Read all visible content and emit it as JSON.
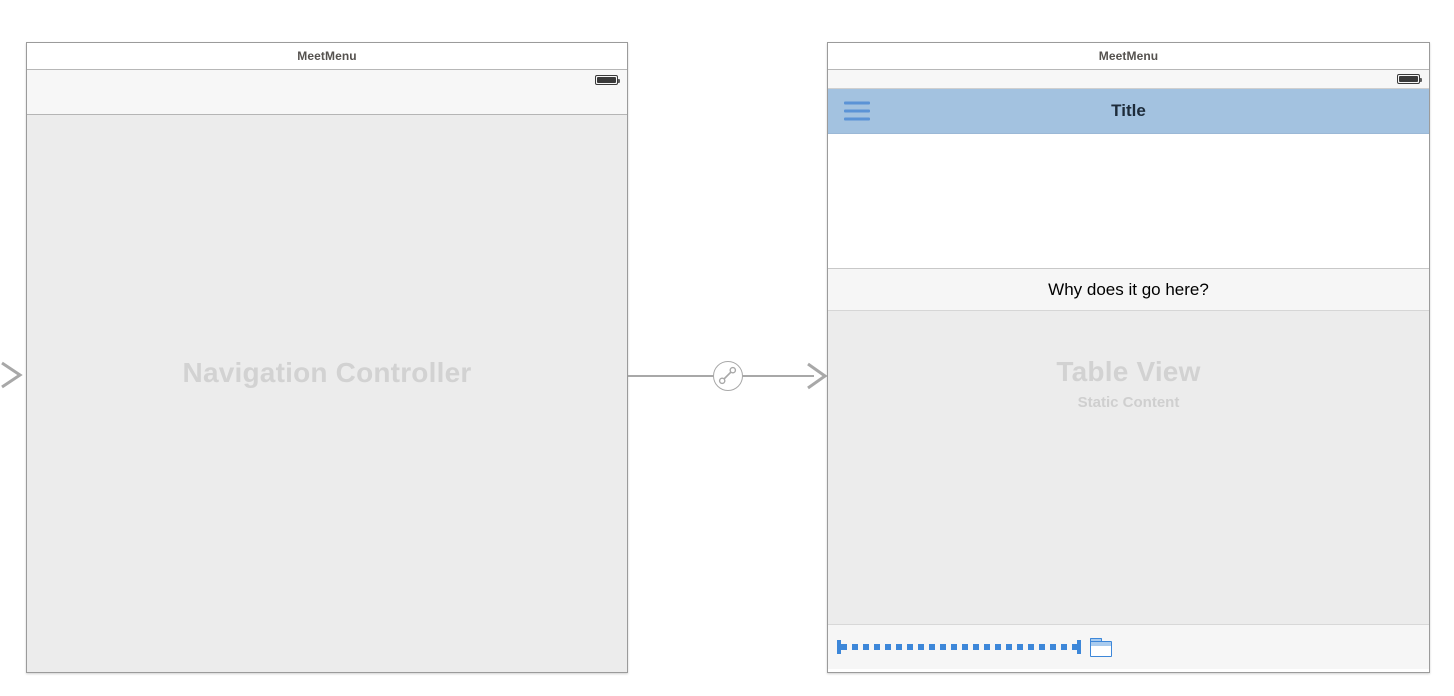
{
  "canvas": {
    "background": "#ffffff",
    "scene_border_color": "#9b9b9b"
  },
  "scenes": [
    {
      "id": "navigation-controller",
      "titlebar": "MeetMenu",
      "placeholder_title": "Navigation Controller",
      "placeholder_subtitle": "",
      "status_bar": {
        "battery_icon": "battery-full-icon"
      }
    },
    {
      "id": "table-view-controller",
      "titlebar": "MeetMenu",
      "status_bar": {
        "battery_icon": "battery-full-icon"
      },
      "navbar": {
        "menu_icon": "hamburger-menu-icon",
        "title": "Title",
        "bar_color": "#a3c2e0",
        "icon_color": "#5b93d6"
      },
      "label_row": {
        "text": "Why does it go here?"
      },
      "placeholder_title": "Table View",
      "placeholder_subtitle": "Static Content",
      "footer": {
        "constraint_indicator": "constraint-line-indicator",
        "constraint_color": "#3d87d9",
        "folder_icon": "folder-icon"
      }
    }
  ],
  "connections": {
    "entry_point_arrow": "entry-point-arrow-icon",
    "segue": {
      "type_icon": "relationship-segue-icon",
      "arrow_icon": "segue-arrow-icon",
      "line_color": "#a8a8a8"
    }
  }
}
